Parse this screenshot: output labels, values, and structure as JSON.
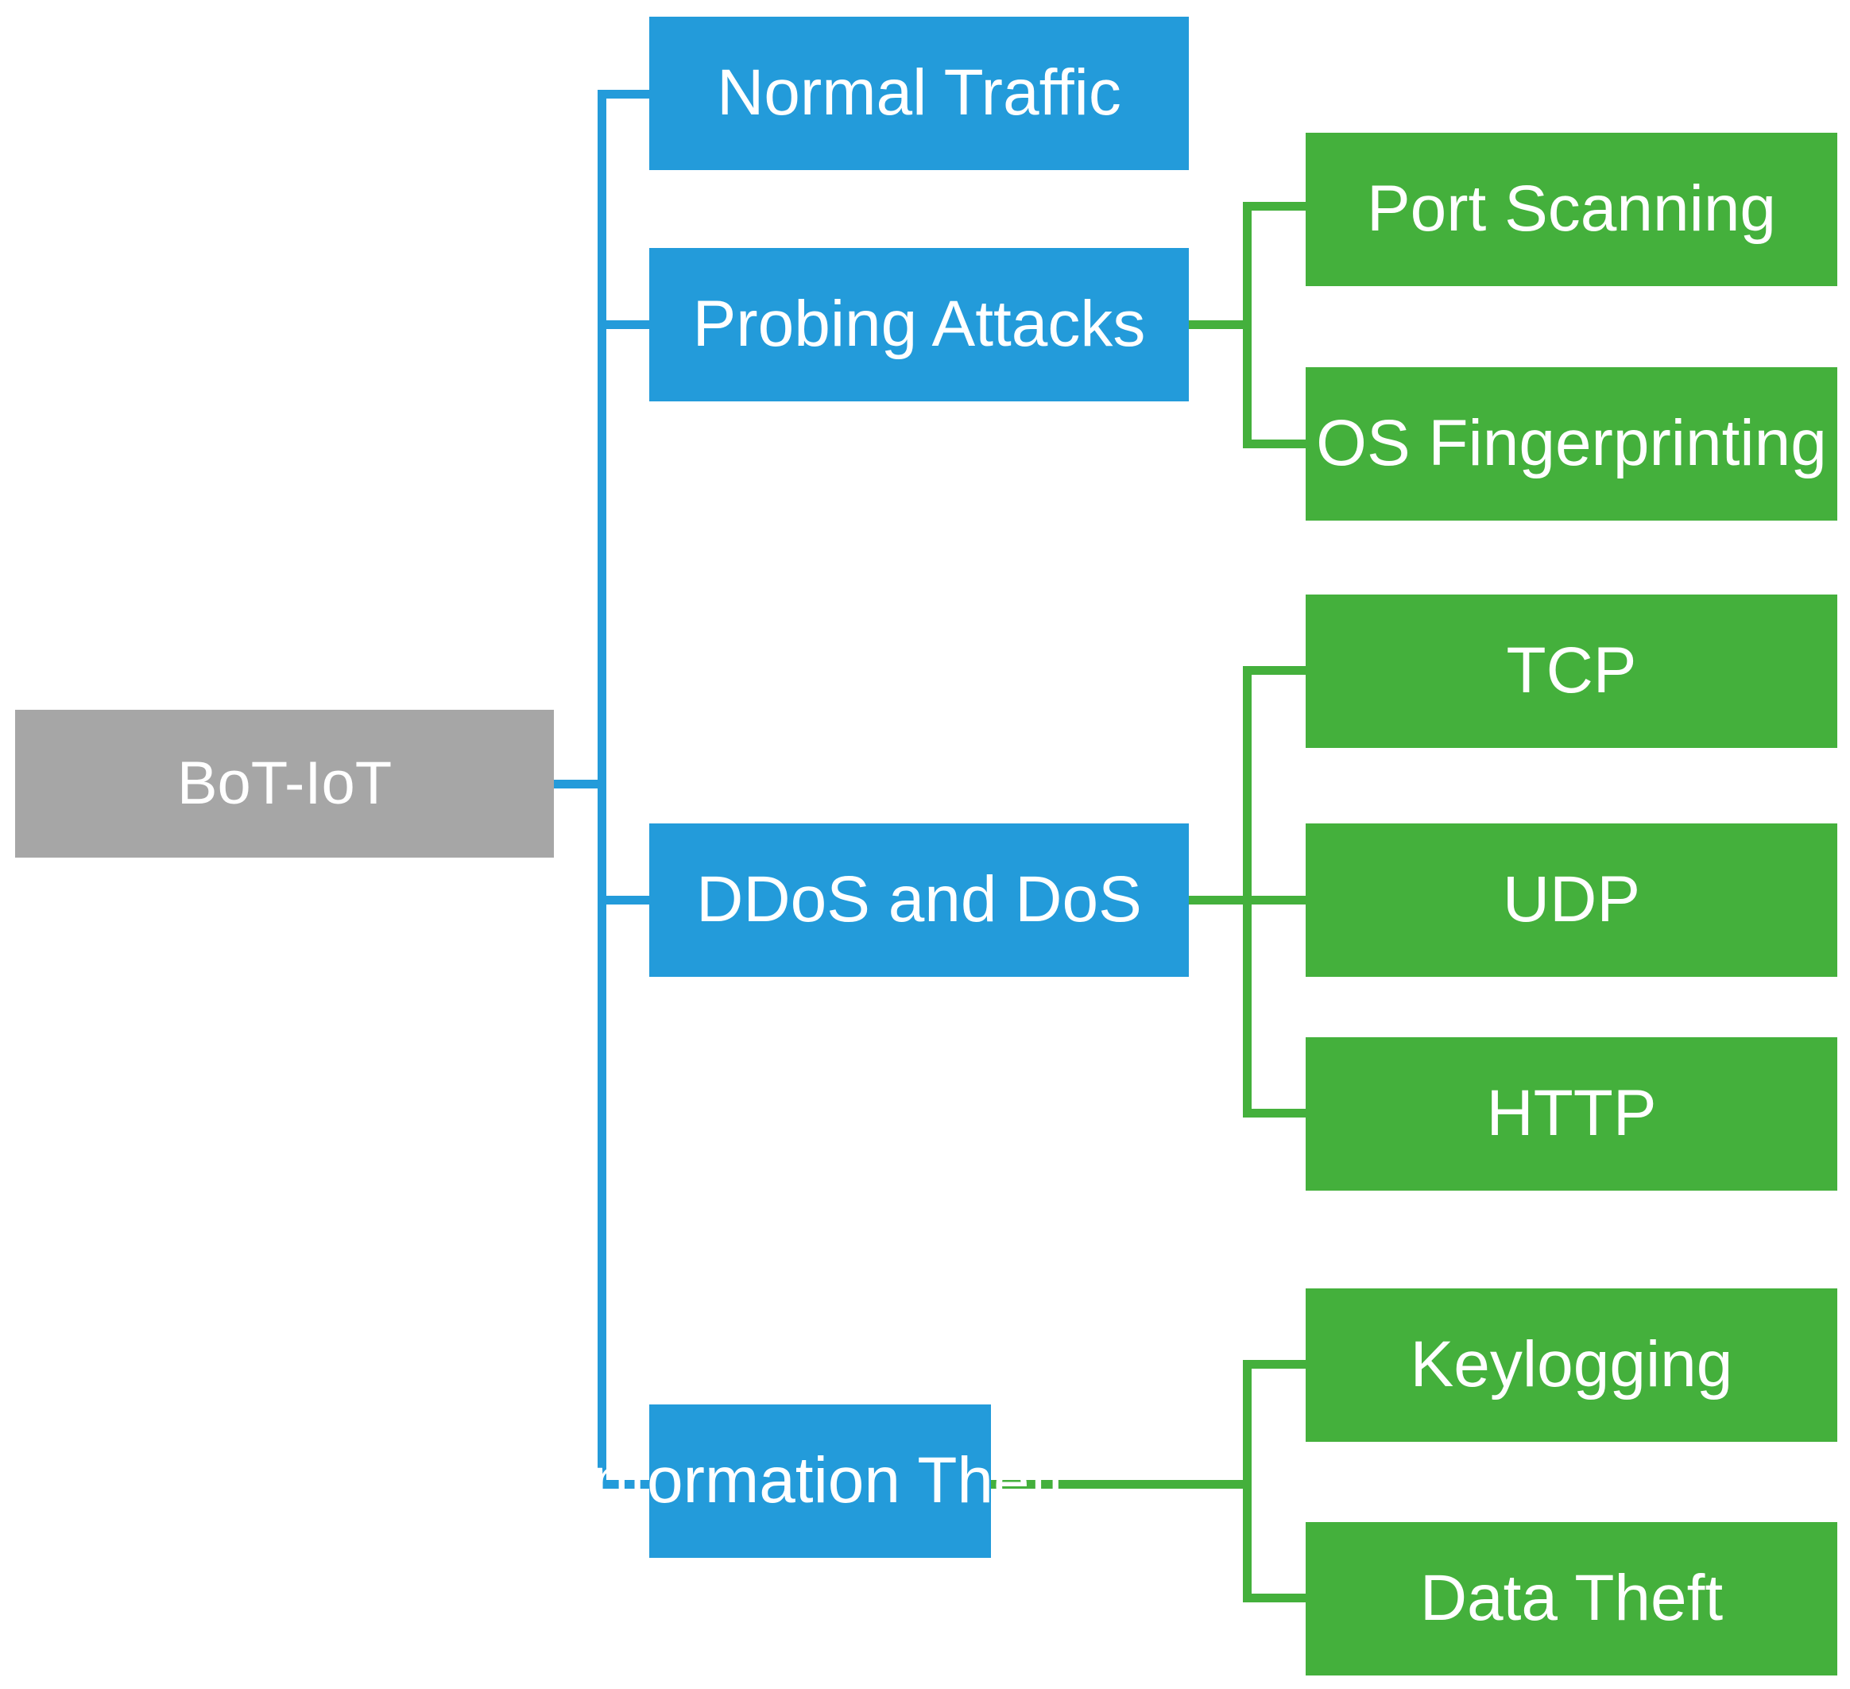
{
  "diagram": {
    "type": "hierarchy-tree",
    "title": "BoT-IoT",
    "orientation": "left-to-right",
    "colors": {
      "root": "#a6a6a6",
      "level1": "#239bda",
      "level2": "#44b03c",
      "text": "#ffffff",
      "background": "#ffffff"
    },
    "root": {
      "label": "BoT-IoT"
    },
    "level1": [
      {
        "label": "Normal Traffic"
      },
      {
        "label": "Probing Attacks"
      },
      {
        "label": "DDoS and DoS"
      },
      {
        "label": "Information Theft"
      }
    ],
    "level2": {
      "probing": [
        {
          "label": "Port Scanning"
        },
        {
          "label": "OS Fingerprinting"
        }
      ],
      "ddos": [
        {
          "label": "TCP"
        },
        {
          "label": "UDP"
        },
        {
          "label": "HTTP"
        }
      ],
      "theft": [
        {
          "label": "Keylogging"
        },
        {
          "label": "Data Theft"
        }
      ]
    }
  }
}
